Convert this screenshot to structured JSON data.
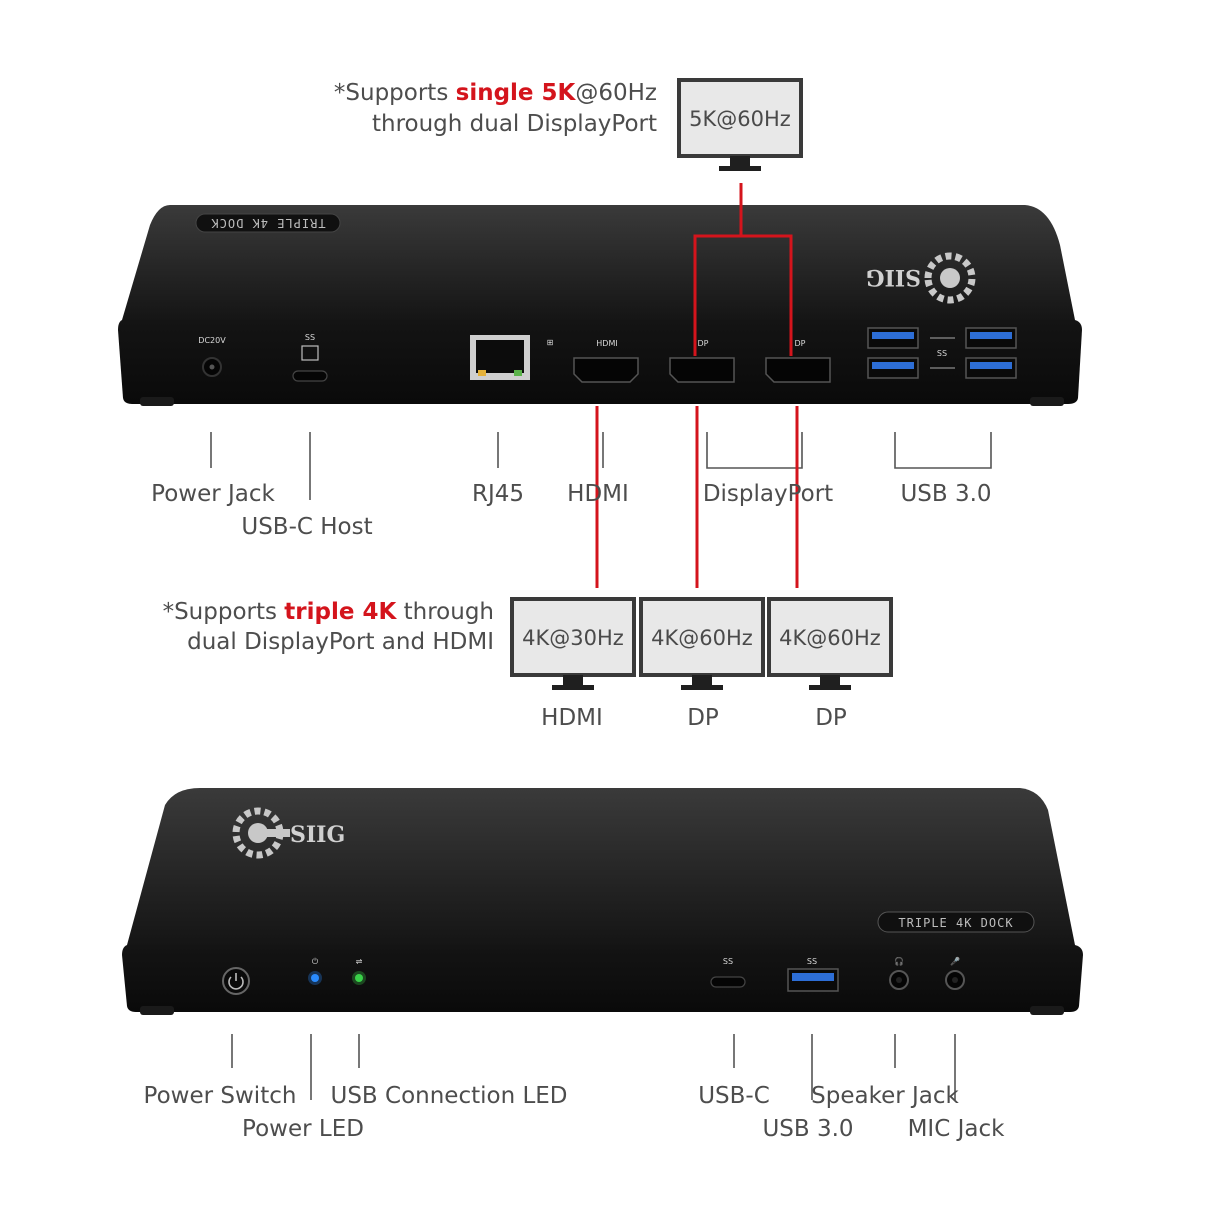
{
  "top_note": {
    "line1_pre": "*Supports ",
    "line1_em": "single 5K",
    "line1_post": "@60Hz",
    "line2": "through dual DisplayPort"
  },
  "mid_note": {
    "line1_pre": "*Supports ",
    "line1_em": "triple 4K",
    "line1_post": " through",
    "line2": "dual DisplayPort and HDMI"
  },
  "monitors": {
    "top": "5K@60Hz",
    "hdmi": "4K@30Hz",
    "dp1": "4K@60Hz",
    "dp2": "4K@60Hz"
  },
  "monitor_labels": {
    "hdmi": "HDMI",
    "dp1": "DP",
    "dp2": "DP"
  },
  "rear_labels": {
    "power_jack": "Power Jack",
    "usbc_host": "USB-C Host",
    "rj45": "RJ45",
    "hdmi": "HDMI",
    "displayport": "DisplayPort",
    "usb30": "USB 3.0"
  },
  "front_labels": {
    "power_switch": "Power Switch",
    "power_led": "Power LED",
    "usb_led": "USB Connection LED",
    "usbc": "USB-C",
    "usb30": "USB 3.0",
    "speaker": "Speaker Jack",
    "mic": "MIC Jack"
  },
  "device": {
    "badge": "TRIPLE 4K DOCK",
    "brand": "SIIG",
    "port_hdmi": "HDMI",
    "port_dp": "DP",
    "port_dc": "DC20V",
    "ss": "SS"
  },
  "colors": {
    "accent_red": "#d4141c",
    "device_body": "#1c1c1c",
    "led_blue": "#2a8cff",
    "led_green": "#3ad14a"
  }
}
